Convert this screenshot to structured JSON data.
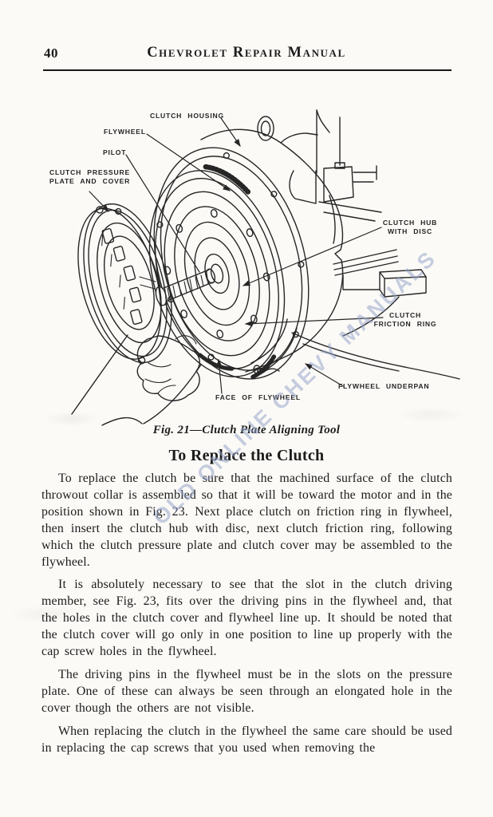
{
  "colors": {
    "paper": "#fbfaf7",
    "ink": "#1c1c1c",
    "watermark": "#94a2c8"
  },
  "page": {
    "number": "40",
    "header_title": "Chevrolet Repair Manual"
  },
  "figure": {
    "caption": "Fig. 21—Clutch Plate Aligning Tool",
    "watermark": "OLD ONLINE CHEVY MANUALS",
    "labels": {
      "clutch_housing": "CLUTCH HOUSING",
      "flywheel": "FLYWHEEL",
      "pilot": "PILOT",
      "pressure_plate": "CLUTCH PRESSURE\nPLATE AND COVER",
      "clutch_hub": "CLUTCH HUB\nWITH DISC",
      "friction_ring": "CLUTCH\nFRICTION RING",
      "flywheel_underpan": "FLYWHEEL UNDERPAN",
      "face_of_flywheel": "FACE OF FLYWHEEL"
    }
  },
  "section": {
    "heading": "To Replace the Clutch",
    "paragraphs": [
      "To replace the clutch be sure that the machined surface of the clutch throwout collar is assembled so that it will be toward the motor and in the position shown in Fig. 23. Next place clutch on friction ring in flywheel, then insert the clutch hub with disc, next clutch friction ring, following which the clutch pressure plate and clutch cover may be assembled to the flywheel.",
      "It is absolutely necessary to see that the slot in the clutch driving member, see Fig. 23, fits over the driving pins in the flywheel and, that the holes in the clutch cover and flywheel line up. It should be noted that the clutch cover will go only in one position to line up properly with the cap screw holes in the flywheel.",
      "The driving pins in the flywheel must be in the slots on the pressure plate. One of these can always be seen through an elongated hole in the cover though the others are not visible.",
      "When replacing the clutch in the flywheel the same care should be used in replacing the cap screws that you used when removing the"
    ]
  }
}
